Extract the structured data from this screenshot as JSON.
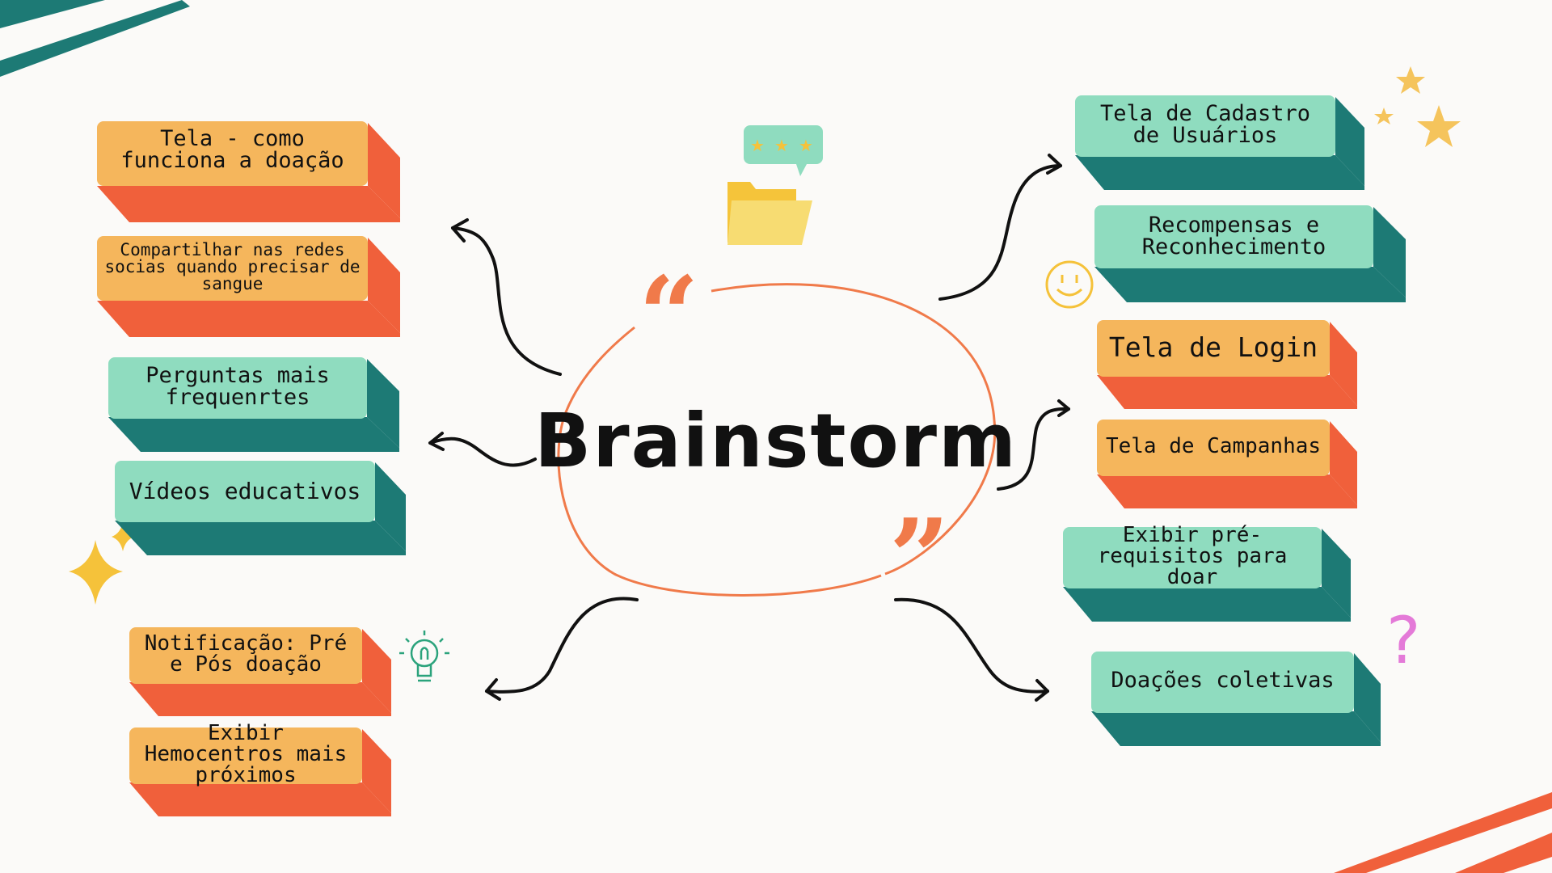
{
  "diagram": {
    "title": "Brainstorm",
    "colors": {
      "orange_face": "#f5b65c",
      "orange_side": "#f0603b",
      "teal_face": "#8fdcbf",
      "teal_side": "#1d7a75",
      "ring": "#f07a4a",
      "quote": "#f07a4a",
      "background": "#fbfaf8"
    },
    "nodes": [
      {
        "id": "como-funciona",
        "text": "Tela - como funciona a doação",
        "color": "orange",
        "side": "left"
      },
      {
        "id": "compartilhar",
        "text": "Compartilhar nas redes socias quando precisar de sangue",
        "color": "orange",
        "side": "left"
      },
      {
        "id": "perguntas",
        "text": "Perguntas mais frequenrtes",
        "color": "teal",
        "side": "left"
      },
      {
        "id": "videos",
        "text": "Vídeos educativos",
        "color": "teal",
        "side": "left"
      },
      {
        "id": "notificacao",
        "text": "Notificação: Pré e Pós doação",
        "color": "orange",
        "side": "left"
      },
      {
        "id": "hemocentros",
        "text": "Exibir Hemocentros mais próximos",
        "color": "orange",
        "side": "left"
      },
      {
        "id": "cadastro",
        "text": "Tela de Cadastro de Usuários",
        "color": "teal",
        "side": "right"
      },
      {
        "id": "recompensas",
        "text": "Recompensas e Reconhecimento",
        "color": "teal",
        "side": "right"
      },
      {
        "id": "login",
        "text": "Tela de Login",
        "color": "orange",
        "side": "right"
      },
      {
        "id": "campanhas",
        "text": "Tela de Campanhas",
        "color": "orange",
        "side": "right"
      },
      {
        "id": "prerequisitos",
        "text": "Exibir pré-requisitos para doar",
        "color": "teal",
        "side": "right"
      },
      {
        "id": "coletivas",
        "text": "Doações coletivas",
        "color": "teal",
        "side": "right"
      }
    ],
    "decorations": [
      "folder-icon",
      "rating-bubble-icon",
      "smiley-icon",
      "star-icon",
      "sparkle-icon",
      "lightbulb-icon",
      "question-mark-icon",
      "quote-mark-icon"
    ]
  }
}
